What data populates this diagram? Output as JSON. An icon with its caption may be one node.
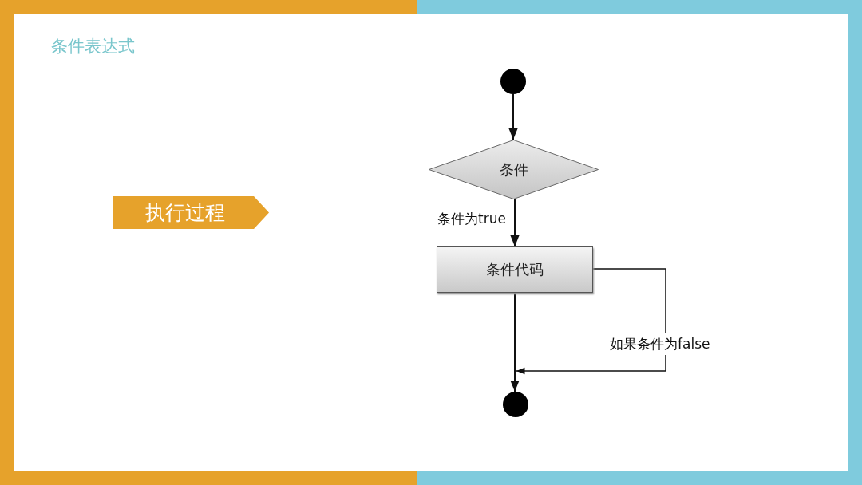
{
  "diagram": {
    "title": "条件表达式",
    "nodes": [
      {
        "text": [
          "执行过程"
        ]
      },
      {
        "text": [],
        "shape": "circle"
      },
      {
        "text": [
          "条件"
        ]
      },
      {
        "text": [
          "条件代码"
        ]
      },
      {
        "text": [],
        "shape": "circle"
      }
    ],
    "edges": [
      {
        "from": 1,
        "to": 2,
        "arrow": "to"
      },
      {
        "from": 2,
        "to": 3,
        "arrow": "to",
        "label": "条件为true"
      },
      {
        "from": 3,
        "to": 4,
        "arrow": "to"
      },
      {
        "from": 3,
        "to": 4,
        "arrow": "to",
        "label": "如果条件为false"
      }
    ]
  }
}
